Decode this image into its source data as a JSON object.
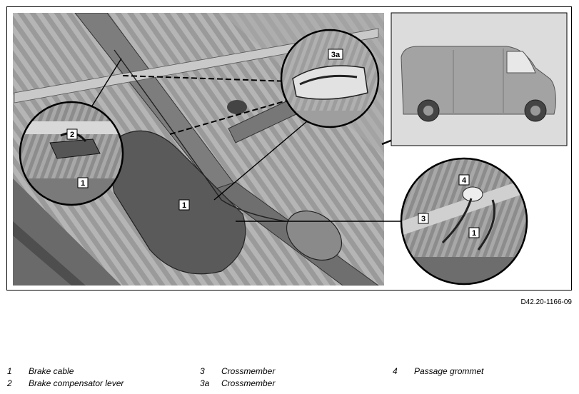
{
  "figure": {
    "id": "D42.20-1166-09",
    "callouts": {
      "c1_main": "1",
      "c1_left": "1",
      "c2": "2",
      "c3": "3",
      "c3a": "3a",
      "c4": "4",
      "c1_right": "1"
    }
  },
  "legend": [
    {
      "num": "1",
      "text": "Brake cable"
    },
    {
      "num": "2",
      "text": "Brake compensator lever"
    },
    {
      "num": "3",
      "text": "Crossmember"
    },
    {
      "num": "3a",
      "text": "Crossmember"
    },
    {
      "num": "4",
      "text": "Passage grommet"
    }
  ]
}
